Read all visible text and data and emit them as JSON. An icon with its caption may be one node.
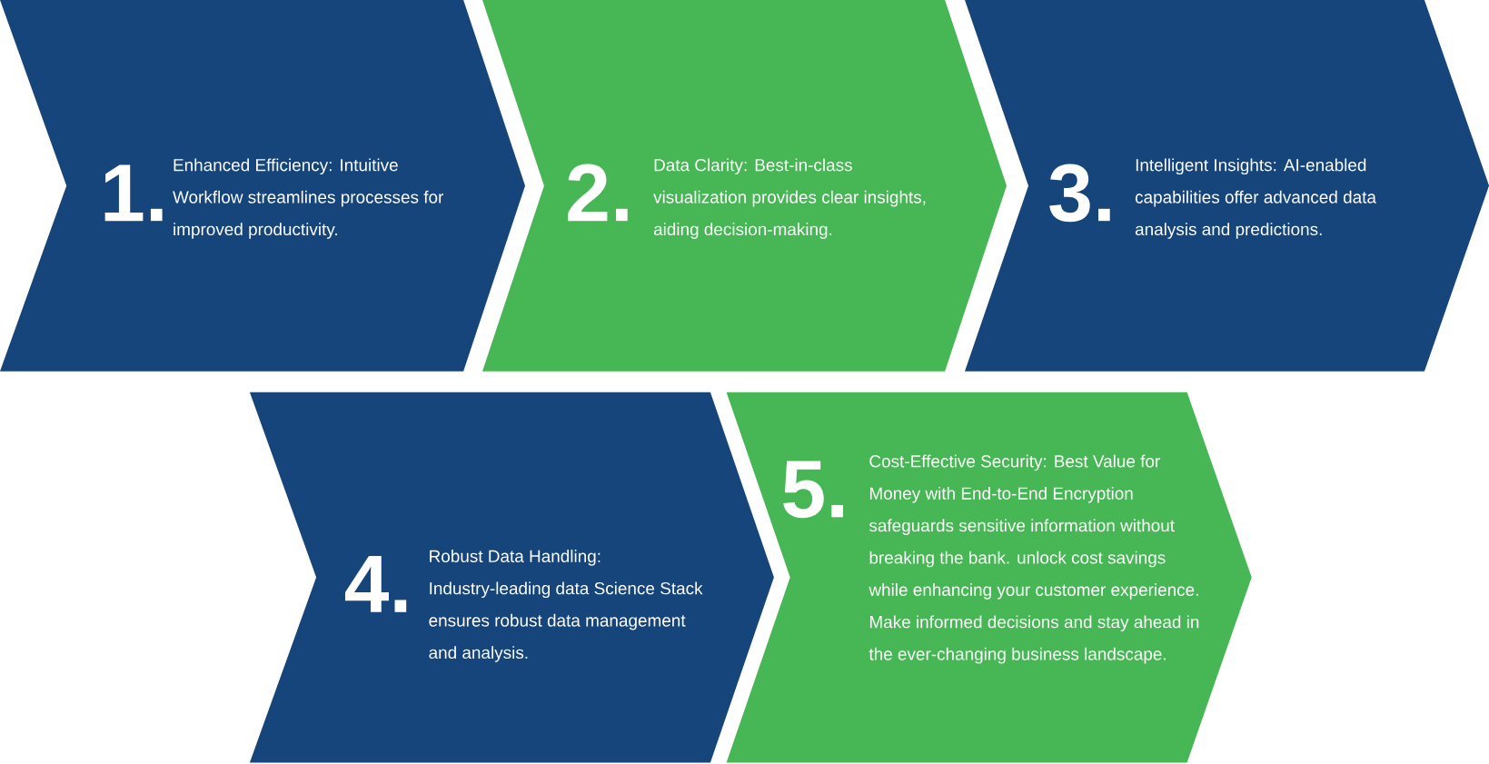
{
  "diagram": {
    "nodes": [
      {
        "text": [
          "1.",
          "Enhanced Efficiency: Intuitive Workflow streamlines processes for improved productivity."
        ]
      },
      {
        "text": [
          "2.",
          "Data Clarity: Best-in-class visualization provides clear insights, aiding decision-making."
        ]
      },
      {
        "text": [
          "3.",
          "Intelligent Insights: AI-enabled capabilities offer advanced data analysis and predictions."
        ]
      },
      {
        "text": [
          "4.",
          "Robust Data Handling: Industry-leading data Science Stack ensures robust data management and analysis."
        ]
      },
      {
        "text": [
          "5.",
          "Cost-Effective Security: Best Value for Money with End-to-End Encryption safeguards sensitive information without breaking the bank. unlock cost savings while enhancing your customer experience. Make informed decisions and stay ahead in the ever-changing business landscape."
        ]
      }
    ]
  }
}
